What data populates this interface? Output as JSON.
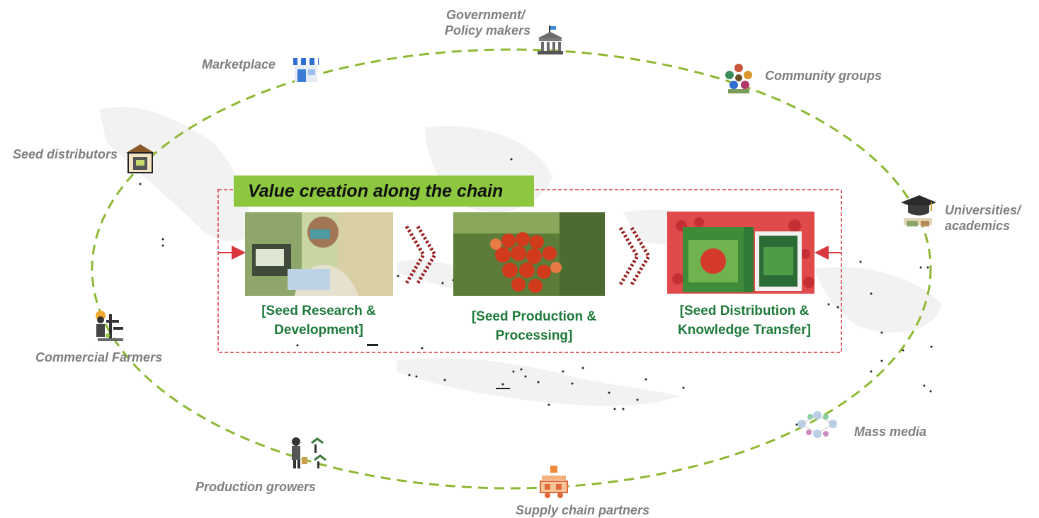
{
  "title": "Value creation along the chain",
  "stages": [
    {
      "label_line1": "[Seed Research &",
      "label_line2": "Development]",
      "photo": "lab-researcher-microscope-photo"
    },
    {
      "label_line1": "[Seed Production &",
      "label_line2": "Processing]",
      "photo": "tomato-cluster-photo"
    },
    {
      "label_line1": "[Seed Distribution &",
      "label_line2": "Knowledge Transfer]",
      "photo": "seed-packets-photo"
    }
  ],
  "stakeholders": {
    "government_line1": "Government/",
    "government_line2": "Policy makers",
    "community": "Community groups",
    "universities_line1": "Universities/",
    "universities_line2": "academics",
    "mass_media": "Mass media",
    "supply_chain": "Supply chain partners",
    "production_growers": "Production growers",
    "commercial_farmers": "Commercial Farmers",
    "seed_distributors": "Seed distributors",
    "marketplace": "Marketplace"
  },
  "icons": {
    "government": "government-building-icon",
    "community": "community-group-icon",
    "universities": "graduation-cap-icon",
    "mass_media": "media-network-icon",
    "supply_chain": "supply-chain-icon",
    "production_growers": "grower-icon",
    "commercial_farmers": "farmer-icon",
    "seed_distributors": "distributor-store-icon",
    "marketplace": "market-stall-icon"
  },
  "colors": {
    "ecosystem_ring": "#8db832",
    "chain_border": "#d9363e",
    "title_fill": "#8dc63f",
    "stage_label": "#1d7a3a",
    "chevrons": "#9b1c1c",
    "stakeholder_text": "#7f7f7f"
  }
}
